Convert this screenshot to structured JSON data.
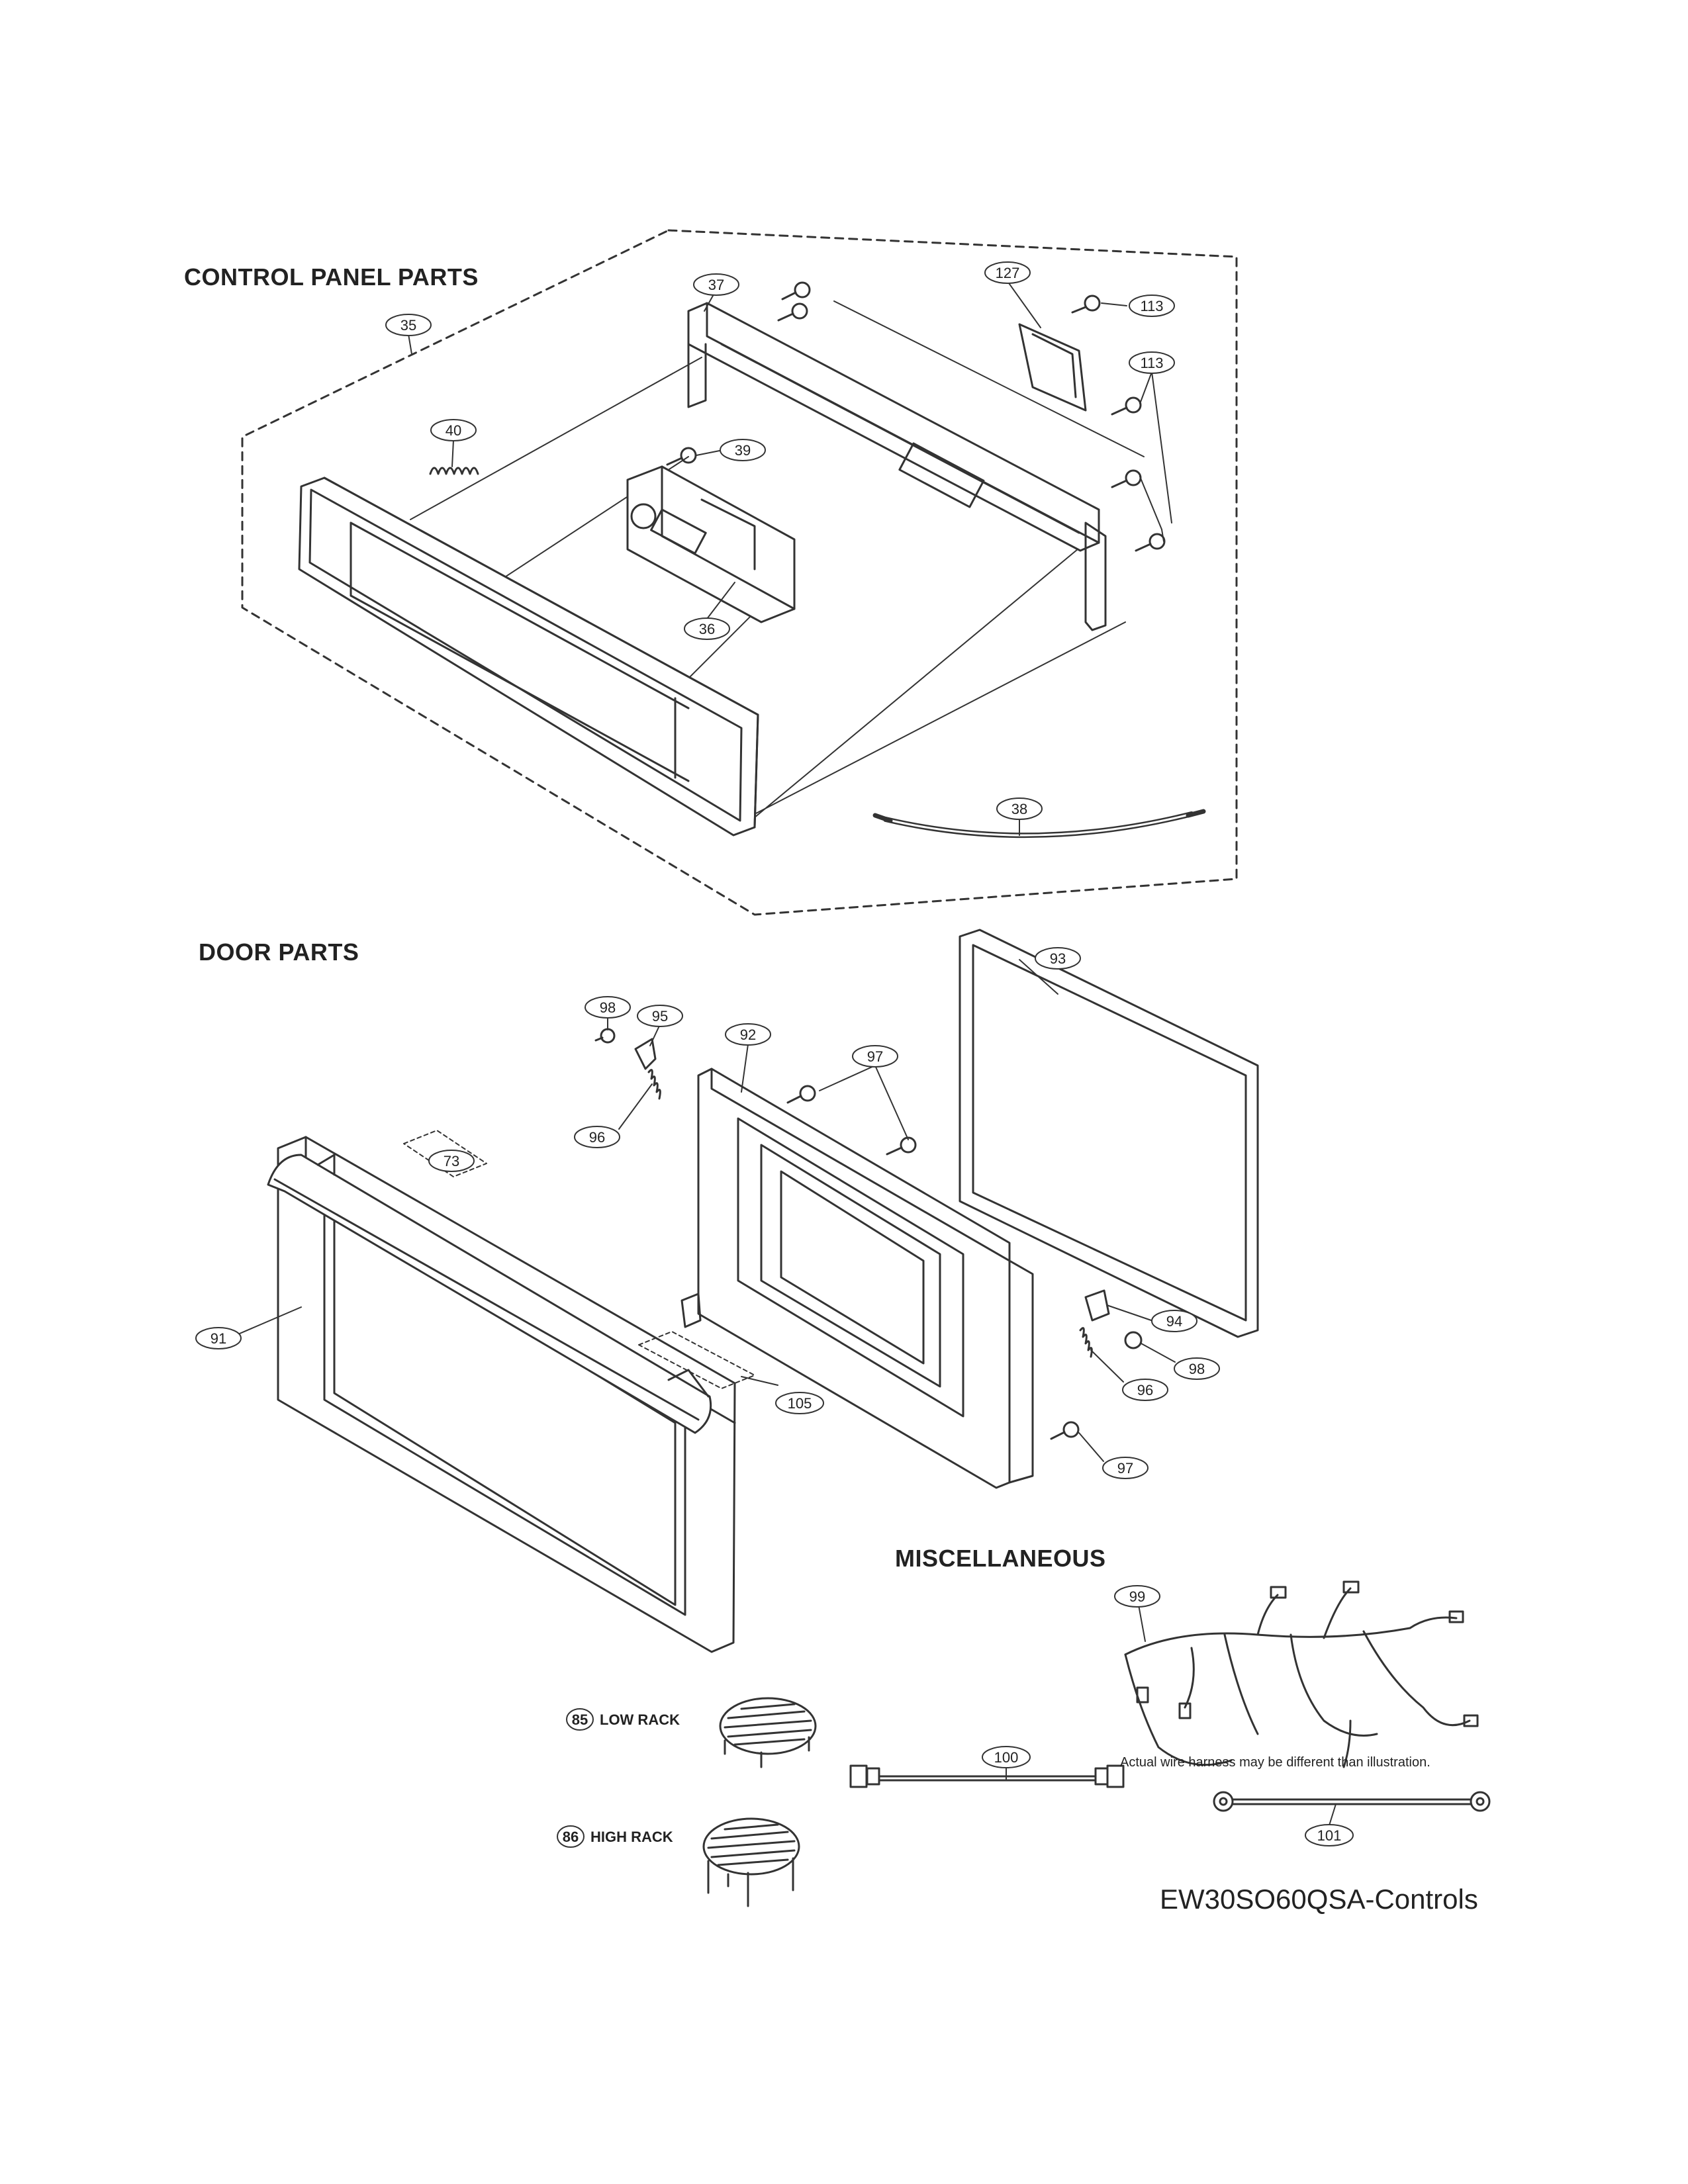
{
  "sections": {
    "control_panel": "CONTROL PANEL PARTS",
    "door": "DOOR PARTS",
    "misc": "MISCELLANEOUS"
  },
  "callouts": {
    "p35": "35",
    "p37": "37",
    "p127": "127",
    "p113a": "113",
    "p113b": "113",
    "p40": "40",
    "p39": "39",
    "p36": "36",
    "p38": "38",
    "p98a": "98",
    "p95": "95",
    "p92": "92",
    "p97a": "97",
    "p93": "93",
    "p73": "73",
    "p96a": "96",
    "p91": "91",
    "p105": "105",
    "p94": "94",
    "p98b": "98",
    "p96b": "96",
    "p97b": "97",
    "p99": "99",
    "p100": "100",
    "p101": "101",
    "p85": "85",
    "p86": "86"
  },
  "racks": {
    "low": "LOW RACK",
    "high": "HIGH RACK"
  },
  "note": "Actual wire harness may be different than illustration.",
  "model": "EW30SO60QSA-Controls"
}
